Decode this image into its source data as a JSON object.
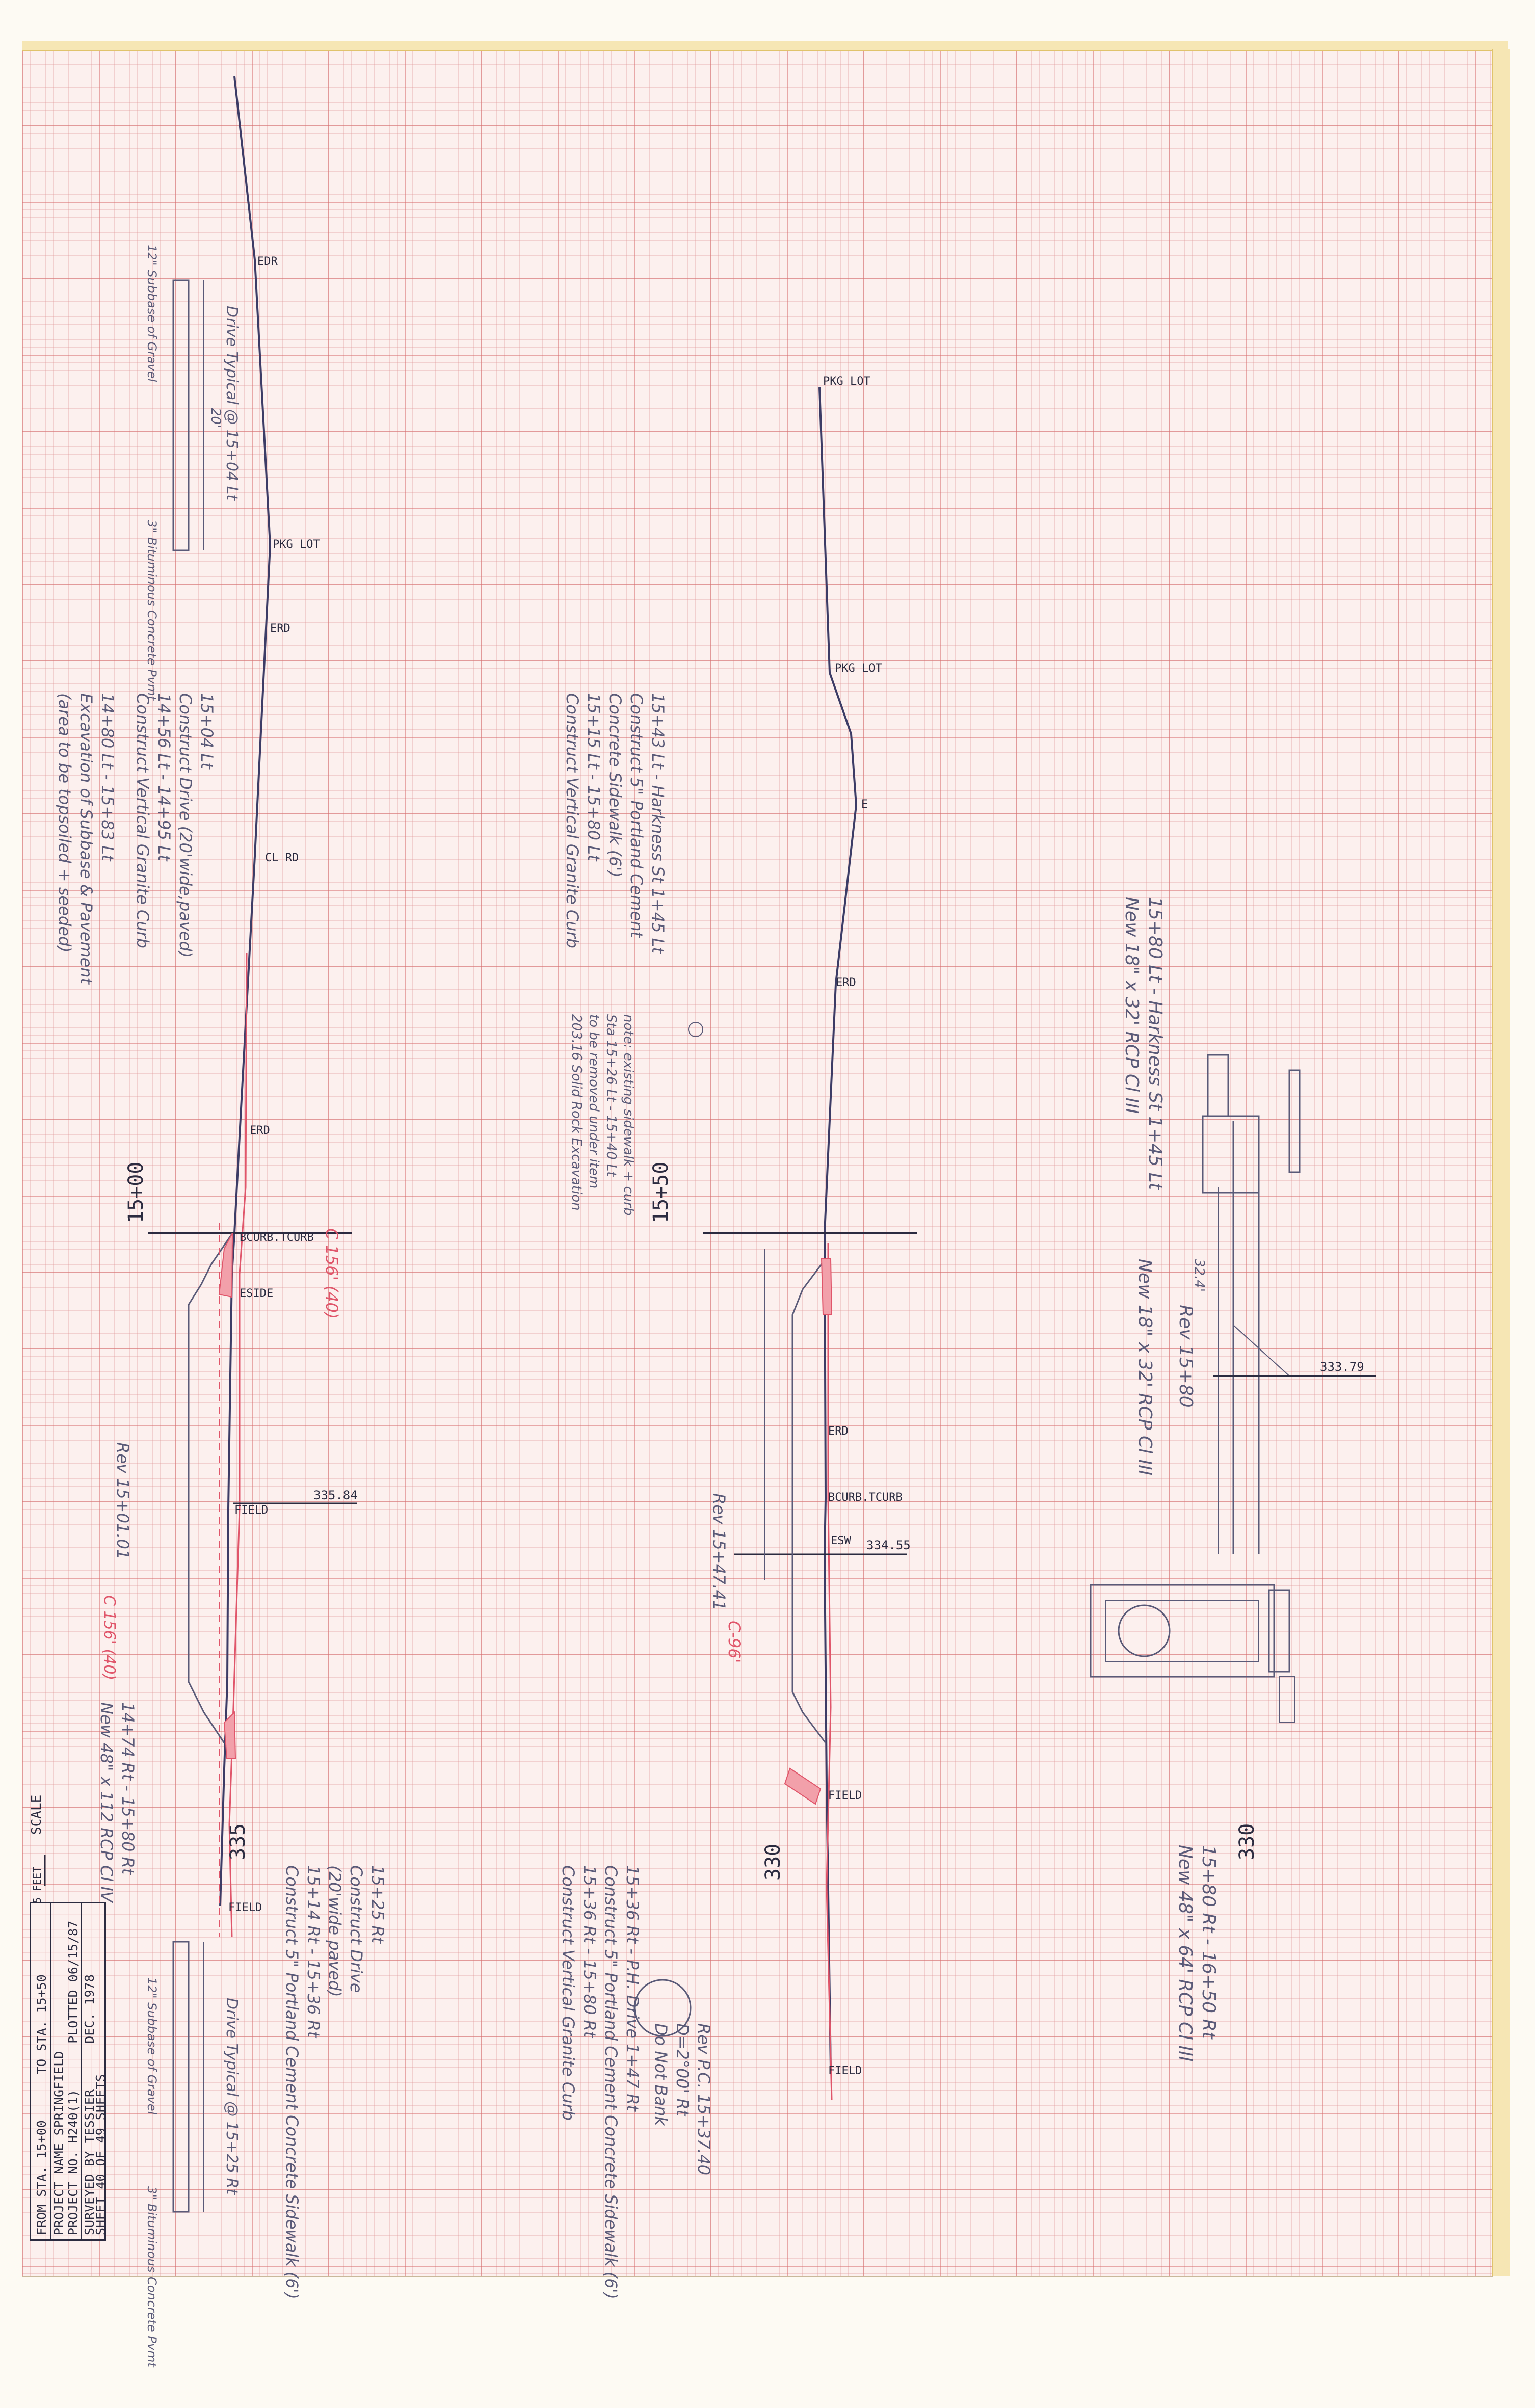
{
  "stations": {
    "left": "15+00",
    "middle": "15+50",
    "bottom_left": "335",
    "bottom_middle": "330",
    "right_bottom": "330"
  },
  "profile_labels": {
    "left": [
      "EDR",
      "PKG LOT",
      "ERD",
      "CL RD",
      "ERD",
      "BCURB.TCURB",
      "ESIDE",
      "FIELD",
      "FIELD"
    ],
    "middle": [
      "PKG LOT",
      "PKG LOT",
      "E",
      "ERD",
      "ERD",
      "BCURB.TCURB",
      "ESW",
      "FIELD",
      "FIELD"
    ]
  },
  "elevations": {
    "left": "335.84",
    "middle": "334.55",
    "right": "333.79"
  },
  "notes": {
    "left_drive_top": "Drive Typical @ 15+04 Lt",
    "left_drive_dim": "20'",
    "left_gravel_top": "12\" Subbase of Gravel",
    "left_bit_top": "3\" Bituminous Concrete Pvmt",
    "left_block1": [
      "15+04 Lt",
      "Construct Drive (20'wide,paved)",
      "14+56 Lt - 14+95 Lt",
      "Construct Vertical Granite Curb"
    ],
    "left_block2": [
      "14+80 Lt - 15+83 Lt",
      "Excavation of Subbase & Pavement",
      "(area to be topsoiled + seeded)"
    ],
    "left_rev": "Rev 15+01.01",
    "left_pipe": [
      "14+74 Rt - 15+80 Rt",
      "New 48\" x 112 RCP Cl IV"
    ],
    "left_block3": [
      "15+25 Rt",
      "Construct Drive",
      "(20'wide paved)",
      "15+14 Rt - 15+36 Rt",
      "Construct 5\" Portland Cement Concrete Sidewalk (6')"
    ],
    "left_drive_bottom": "Drive Typical @ 15+25 Rt",
    "left_gravel_bottom": "12\" Subbase of Gravel",
    "left_bit_bottom": "3\" Bituminous Concrete Pvmt",
    "middle_block1": [
      "15+43 Lt - Harkness St 1+45 Lt",
      "Construct 5\" Portland Cement",
      "Concrete Sidewalk (6')",
      "15+15 Lt - 15+80 Lt",
      "Construct Vertical Granite Curb"
    ],
    "middle_note": [
      "note: existing sidewalk + curb",
      "Sta 15+26 Lt - 15+40 Lt",
      "to be removed under item",
      "203.16 Solid Rock Excavation"
    ],
    "middle_rev": "Rev 15+47.41",
    "middle_block2": [
      "15+36 Rt - P.H. Drive 1+47 Rt",
      "Construct 5\" Portland Cement Concrete Sidewalk (6')",
      "15+36 Rt - 15+80 Rt",
      "Construct Vertical Granite Curb"
    ],
    "middle_circle": [
      "Rev P.C. 15+37.40",
      "D=2°00' Rt",
      "Do Not Bank"
    ],
    "right_block1": [
      "15+80 Lt - Harkness St 1+45 Lt",
      "New 18\" x 32' RCP Cl III"
    ],
    "right_rev": "Rev 15+80",
    "right_pipe": "New 18\" x 32' RCP Cl III",
    "right_block2": [
      "15+80 Rt - 16+50 Rt",
      "New 48\" x 64' RCP Cl III"
    ],
    "right_dim": "32.4'"
  },
  "red_notes": {
    "bot_cl": "C 156' (40)",
    "bot_cl2": "C 156' (40)",
    "grad": "C-96'"
  },
  "scale": {
    "label": "SCALE",
    "value": "5 FEET"
  },
  "title_block": {
    "from_sta_label": "FROM STA.",
    "from_sta": "15+00",
    "to_sta_label": "TO STA.",
    "to_sta": "15+50",
    "project_name_label": "PROJECT NAME",
    "project_name": "SPRINGFIELD",
    "project_no_label": "PROJECT NO.",
    "project_no": "H240(1)",
    "plotted_label": "PLOTTED",
    "plotted": "06/15/87",
    "surveyed_label": "SURVEYED BY",
    "surveyed": "TESSIER",
    "survey_date": "DEC. 1978",
    "sheet_label": "SHEET",
    "sheet_no": "40",
    "of_label": "OF",
    "sheet_total": "49",
    "sheets_label": "SHEETS"
  }
}
